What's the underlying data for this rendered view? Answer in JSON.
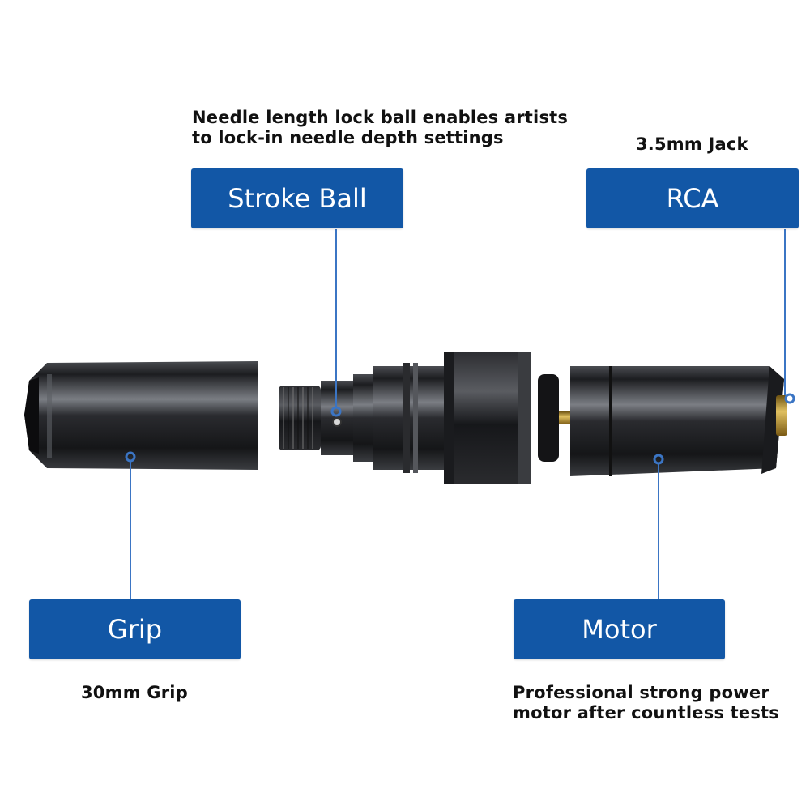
{
  "captions": {
    "stroke_ball_line1": "Needle length lock ball enables artists",
    "stroke_ball_line2": "to lock-in needle depth settings",
    "rca": "3.5mm Jack",
    "grip": "30mm Grip",
    "motor_line1": "Professional strong power",
    "motor_line2": "motor after countless tests"
  },
  "labels": {
    "stroke_ball": "Stroke Ball",
    "rca": "RCA",
    "grip": "Grip",
    "motor": "Motor"
  },
  "colors": {
    "label_bg": "#1257a6",
    "leader_line": "#3b75c4",
    "metal_dark": "#1a1b1e",
    "brass": "#c29a3a"
  }
}
